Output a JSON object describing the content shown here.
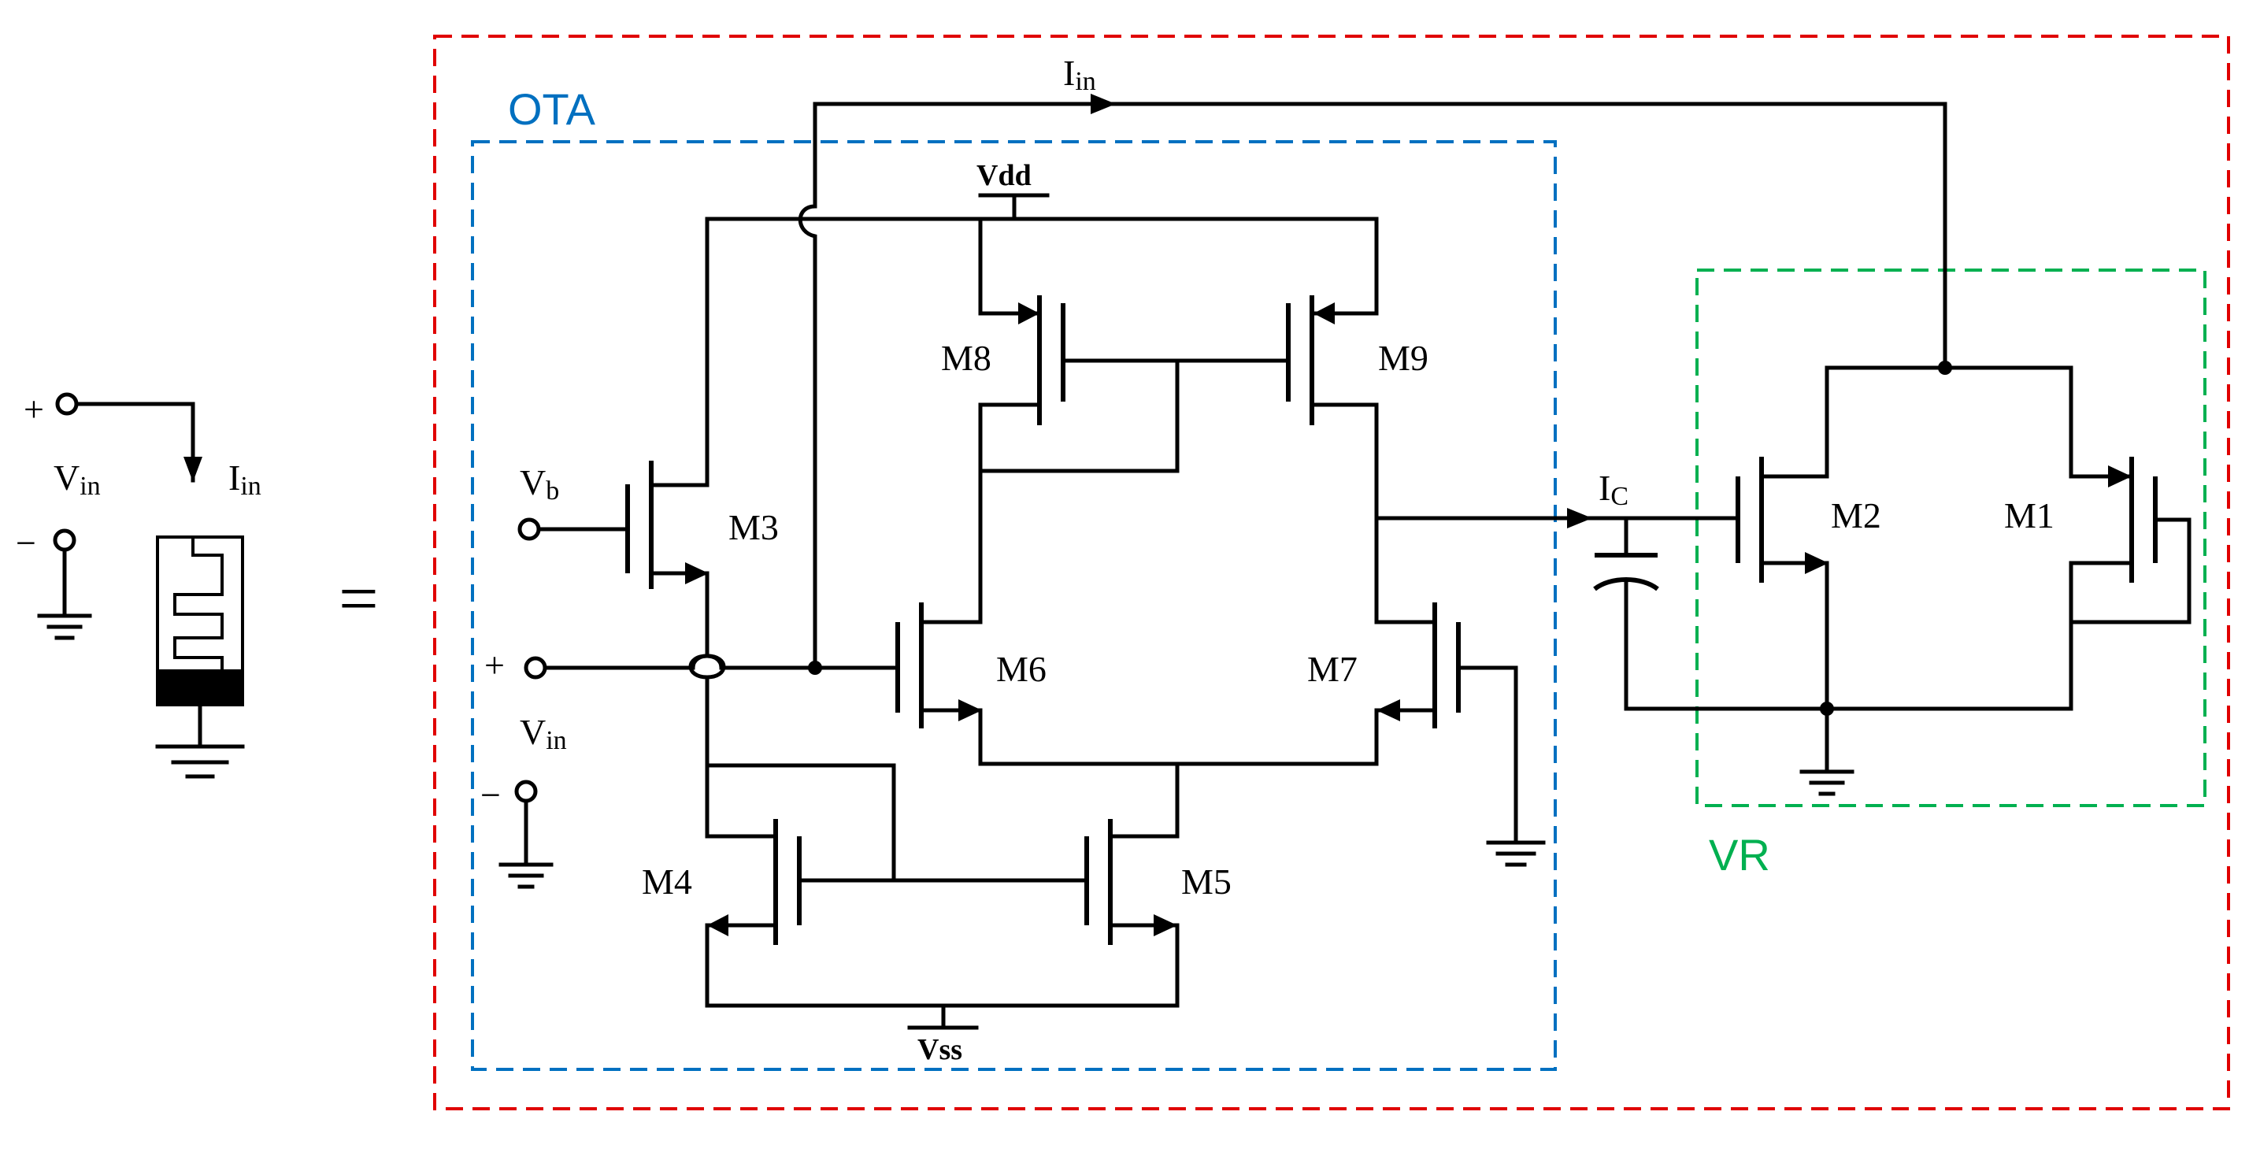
{
  "diagram": {
    "equals": "=",
    "left_symbol": {
      "plus": "+",
      "minus": "−",
      "vin_main": "V",
      "vin_sub": "in",
      "iin_main": "I",
      "iin_sub": "in"
    },
    "boxes": {
      "ota": {
        "label": "OTA",
        "color": "#0070C0"
      },
      "vr": {
        "label": "VR",
        "color": "#00B050"
      },
      "outer": {
        "color": "#E00000"
      }
    },
    "supplies": {
      "vdd": "Vdd",
      "vss": "Vss"
    },
    "inputs": {
      "vb_main": "V",
      "vb_sub": "b",
      "plus": "+",
      "minus": "−",
      "vin_main": "V",
      "vin_sub": "in"
    },
    "currents": {
      "iin_main": "I",
      "iin_sub": "in",
      "ic_main": "I",
      "ic_sub": "C"
    },
    "transistors": {
      "m1": "M1",
      "m2": "M2",
      "m3": "M3",
      "m4": "M4",
      "m5": "M5",
      "m6": "M6",
      "m7": "M7",
      "m8": "M8",
      "m9": "M9"
    }
  }
}
